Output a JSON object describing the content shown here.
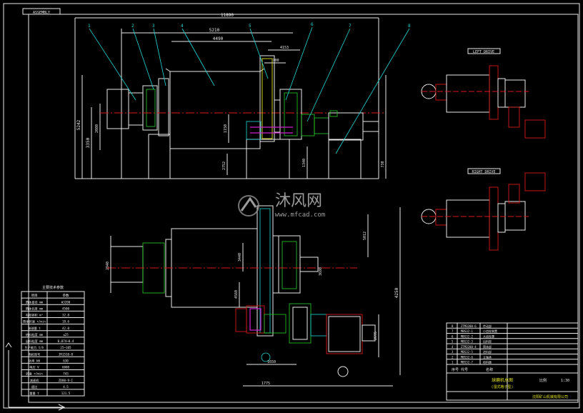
{
  "drawing": {
    "title_tag": "ASSEMBLY",
    "overall_length": "11890",
    "dim_a": "5210",
    "dim_b": "4490",
    "dim_c": "4153",
    "dim_d": "700",
    "dim_e": "1150",
    "dim_f": "2752",
    "dim_g": "5012",
    "dim_h": "3440",
    "dim_i": "5242",
    "dim_j": "4560",
    "dim_k": "3350",
    "dim_l": "1775",
    "dim_m": "1650",
    "dim_n": "2940",
    "dim_o": "4250",
    "dim_p": "3680",
    "dim_q": "730",
    "dim_r": "1340",
    "dim_s": "2080",
    "dim_t": "2695"
  },
  "callouts": [
    "1",
    "2",
    "3",
    "4",
    "5",
    "6",
    "7",
    "8"
  ],
  "side_views": {
    "top_label": "LEFT DRIVE",
    "bottom_label": "RIGHT DRIVE"
  },
  "watermark": {
    "cn": "沐风网",
    "url": "www.mfcad.com"
  },
  "spec_table": {
    "title": "主要技术参数",
    "headers": [
      "项目",
      "参数"
    ],
    "rows": [
      [
        "筒体直径 mm",
        "Φ3200"
      ],
      [
        "筒体长度 mm",
        "4500"
      ],
      [
        "有效容积 m³",
        "32.8"
      ],
      [
        "筒体转速 r/min",
        "18.6"
      ],
      [
        "装球量 t",
        "42.0"
      ],
      [
        "给料粒度 mm",
        "≤25"
      ],
      [
        "出料粒度 mm",
        "0.074~0.4"
      ],
      [
        "生产能力 t/h",
        "25~105"
      ],
      [
        "电机型号",
        "JR1510-8"
      ],
      [
        "功率 kW",
        "630"
      ],
      [
        "电压 V",
        "6000"
      ],
      [
        "转速 r/min",
        "743"
      ],
      [
        "减速机",
        "ZD80-9-I"
      ],
      [
        "速比",
        "4.5"
      ],
      [
        "重量 t",
        "121.5"
      ]
    ]
  },
  "parts_list": {
    "rows": [
      [
        "8",
        "ZTM3200-6",
        "传动部"
      ],
      [
        "7",
        "MBS32-1",
        "小齿轮装置"
      ],
      [
        "6",
        "MBS32-2",
        "大齿轮罩"
      ],
      [
        "5",
        "MBS32-3",
        "出料部"
      ],
      [
        "4",
        "ZTM3200-4",
        "筒体部"
      ],
      [
        "3",
        "MBS32-5",
        "进料部"
      ],
      [
        "2",
        "MBS32-6",
        "主轴承"
      ],
      [
        "1",
        "MBS32-7",
        "给料器"
      ]
    ],
    "header": [
      "序号",
      "代号",
      "名称"
    ]
  },
  "title_block": {
    "name": "球磨机总图",
    "subtitle": "(湿式格子型)",
    "scale": "比例",
    "sheet": "1:30",
    "company": "沈阳矿山机械有限公司"
  }
}
